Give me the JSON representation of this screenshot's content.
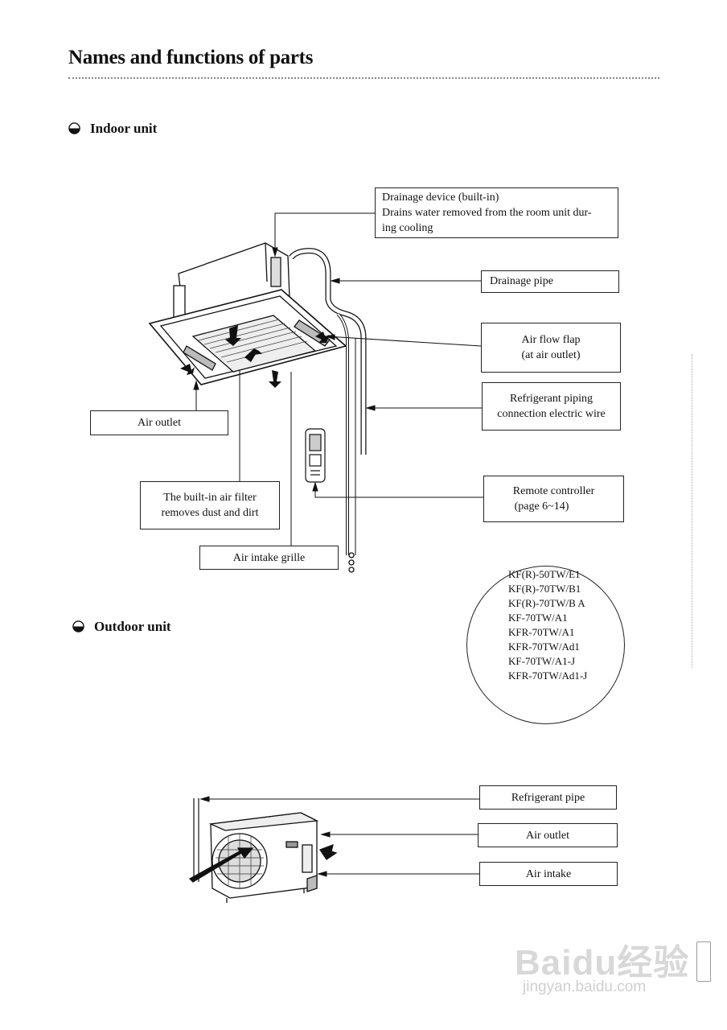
{
  "title": "Names and functions of parts",
  "indoor": {
    "heading": "Indoor unit",
    "labels": {
      "drainage_device_1": "Drainage device (built-in)",
      "drainage_device_2": "Drains water removed from the room unit dur-",
      "drainage_device_3": "ing cooling",
      "drainage_pipe": "Drainage pipe",
      "air_flow_flap_1": "Air flow flap",
      "air_flow_flap_2": "(at air outlet)",
      "refrigerant_piping_1": "Refrigerant piping",
      "refrigerant_piping_2": "connection electric wire",
      "air_outlet": "Air outlet",
      "air_filter_1": "The built-in air filter",
      "air_filter_2": "removes dust and dirt",
      "remote_1": "Remote controller",
      "remote_2": "(page 6~14)",
      "air_intake_grille": "Air intake grille"
    }
  },
  "models": [
    "KF(R)-50TW/E1",
    "KF(R)-70TW/B1",
    "KF(R)-70TW/B A",
    "KF-70TW/A1",
    "KFR-70TW/A1",
    "KFR-70TW/Ad1",
    "KF-70TW/A1-J",
    "KFR-70TW/Ad1-J"
  ],
  "outdoor": {
    "heading": "Outdoor unit",
    "labels": {
      "refrigerant_pipe": "Refrigerant pipe",
      "air_outlet": "Air outlet",
      "air_intake": "Air intake"
    }
  },
  "watermark": {
    "main": "Baidu经验",
    "sub": "jingyan.baidu.com"
  },
  "icons": {
    "bullet": "half-filled-circle-icon"
  }
}
